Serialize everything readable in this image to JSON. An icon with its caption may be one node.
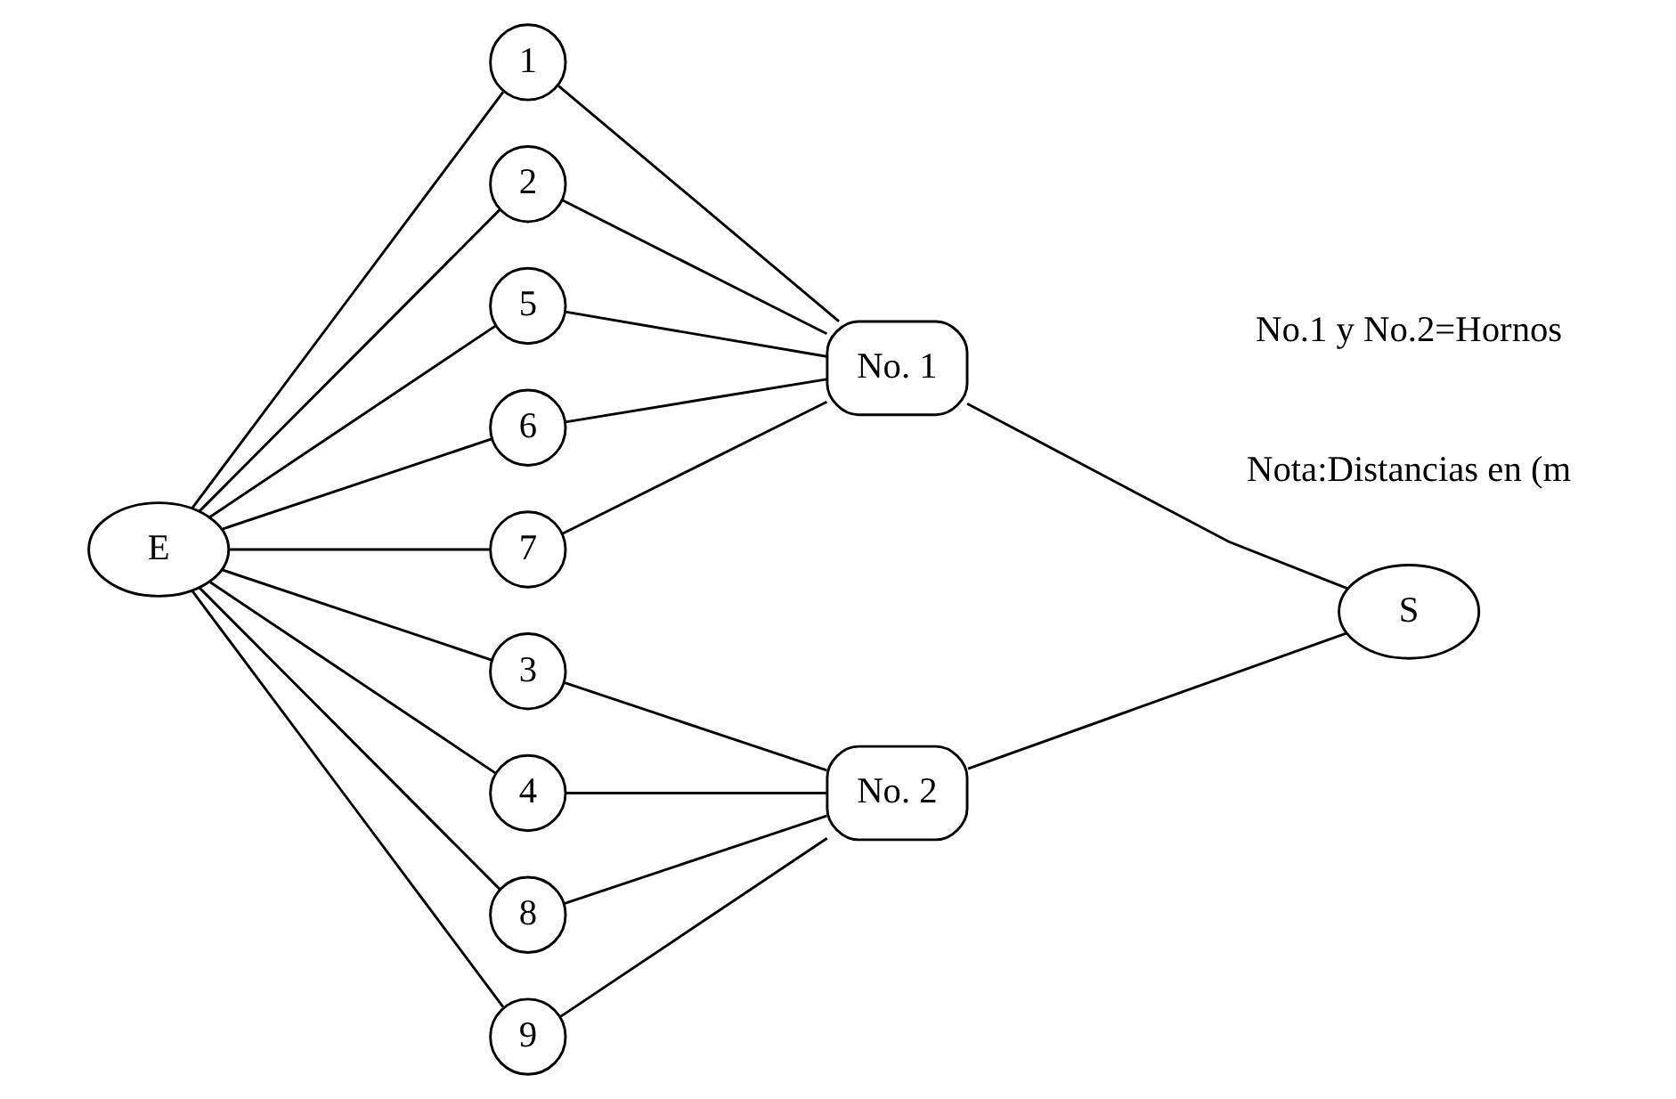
{
  "diagram": {
    "nodes": [
      {
        "text": [
          "E"
        ]
      },
      {
        "text": [
          "1"
        ]
      },
      {
        "text": [
          "2"
        ]
      },
      {
        "text": [
          "5"
        ]
      },
      {
        "text": [
          "6"
        ]
      },
      {
        "text": [
          "7"
        ]
      },
      {
        "text": [
          "3"
        ]
      },
      {
        "text": [
          "4"
        ]
      },
      {
        "text": [
          "8"
        ]
      },
      {
        "text": [
          "9"
        ]
      },
      {
        "text": [
          "No. 1"
        ]
      },
      {
        "text": [
          "No. 2"
        ]
      },
      {
        "text": [
          "S"
        ]
      }
    ],
    "edges": [
      {
        "from": 0,
        "to": 1,
        "arrow": "none"
      },
      {
        "from": 0,
        "to": 2,
        "arrow": "none"
      },
      {
        "from": 0,
        "to": 3,
        "arrow": "none"
      },
      {
        "from": 0,
        "to": 4,
        "arrow": "none"
      },
      {
        "from": 0,
        "to": 5,
        "arrow": "none"
      },
      {
        "from": 0,
        "to": 6,
        "arrow": "none"
      },
      {
        "from": 0,
        "to": 7,
        "arrow": "none"
      },
      {
        "from": 0,
        "to": 8,
        "arrow": "none"
      },
      {
        "from": 0,
        "to": 9,
        "arrow": "none"
      },
      {
        "from": 1,
        "to": 10,
        "arrow": "none"
      },
      {
        "from": 2,
        "to": 10,
        "arrow": "none"
      },
      {
        "from": 3,
        "to": 10,
        "arrow": "none"
      },
      {
        "from": 4,
        "to": 10,
        "arrow": "none"
      },
      {
        "from": 5,
        "to": 10,
        "arrow": "none"
      },
      {
        "from": 6,
        "to": 11,
        "arrow": "none"
      },
      {
        "from": 7,
        "to": 11,
        "arrow": "none"
      },
      {
        "from": 8,
        "to": 11,
        "arrow": "none"
      },
      {
        "from": 9,
        "to": 11,
        "arrow": "none"
      },
      {
        "from": 10,
        "to": 12,
        "arrow": "none"
      },
      {
        "from": 11,
        "to": 12,
        "arrow": "none"
      }
    ],
    "labels": [
      "No.1 y No.2=Hornos",
      "Nota:Distancias en (m"
    ]
  }
}
